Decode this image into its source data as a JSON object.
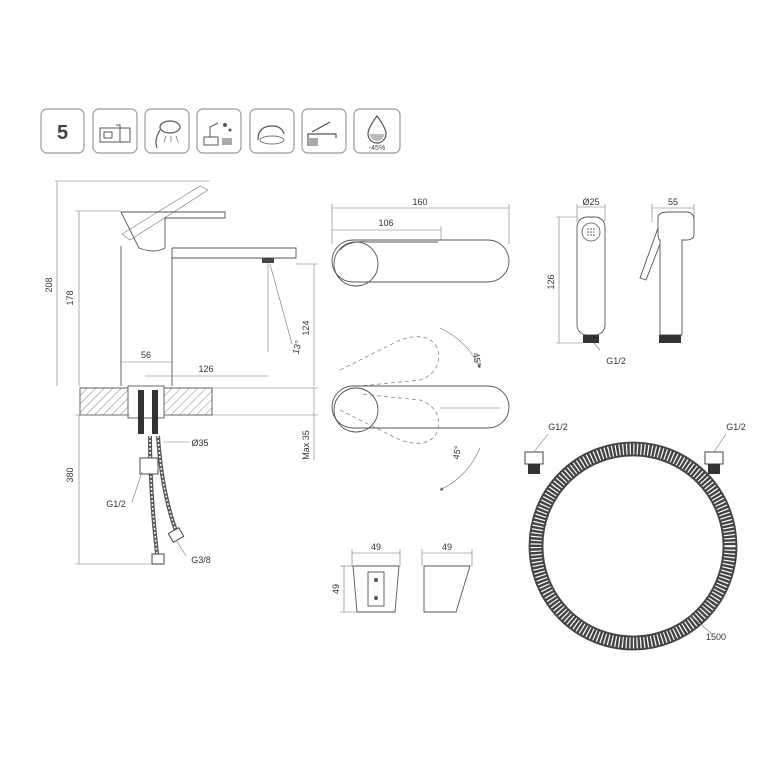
{
  "icons": {
    "badge_number": "5",
    "items": [
      {
        "name": "basin-bathroom-icon"
      },
      {
        "name": "shower-head-icon"
      },
      {
        "name": "soap-dispenser-icon"
      },
      {
        "name": "eco-handle-icon"
      },
      {
        "name": "faucet-lever-icon"
      },
      {
        "name": "water-saving-icon",
        "label": "-45%"
      }
    ]
  },
  "faucet": {
    "height_total": "208",
    "height_spout": "178",
    "spout_clearance": "124",
    "spout_angle": "13°",
    "base_width": "56",
    "spout_reach": "126",
    "hose_length": "380",
    "max_thickness": "Max 35",
    "hole_diameter": "Ø35",
    "thread_hose": "G1/2",
    "thread_connection": "G3/8"
  },
  "handle": {
    "total_length": "160",
    "lever_length": "106",
    "rotation_up": "45°",
    "rotation_down": "45°"
  },
  "hand_shower": {
    "diameter": "Ø25",
    "height": "126",
    "thread": "G1/2",
    "depth": "55"
  },
  "holder": {
    "width_front": "49",
    "width_side": "49",
    "height": "49"
  },
  "hose": {
    "thread_left": "G1/2",
    "thread_right": "G1/2",
    "length": "1500"
  }
}
